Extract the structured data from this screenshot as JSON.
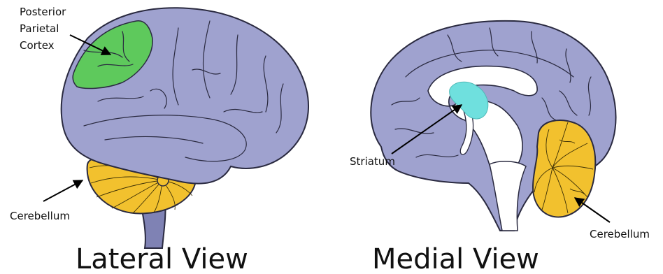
{
  "lateral": {
    "title": "Lateral View",
    "labels": {
      "ppc": [
        "Posterior",
        "Parietal",
        "Cortex"
      ],
      "cerebellum": "Cerebellum"
    }
  },
  "medial": {
    "title": "Medial View",
    "labels": {
      "striatum": "Striatum",
      "cerebellum": "Cerebellum"
    }
  },
  "colors": {
    "cortex": "#9fa2cf",
    "ppc": "#5ec95c",
    "cerebellum": "#f2c12e",
    "striatum": "#6fe0de",
    "outline": "#2a2a40",
    "ventricle": "#ffffff",
    "brainstem": "#7f82b4"
  }
}
